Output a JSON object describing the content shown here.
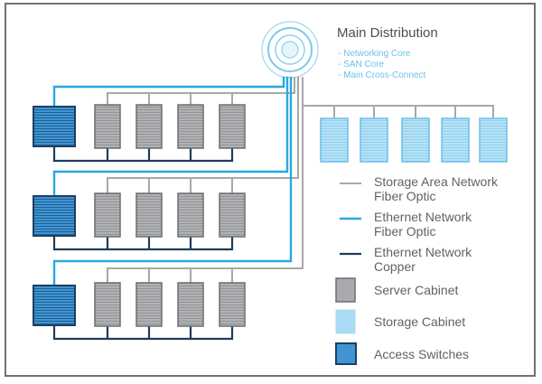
{
  "main_distribution": {
    "title": "Main Distribution",
    "items": [
      "- Networking Core",
      "- SAN Core",
      "- Main Cross-Connect"
    ]
  },
  "legend": {
    "san_fiber": [
      "Storage Area Network",
      "Fiber Optic"
    ],
    "eth_fiber": [
      "Ethernet Network",
      "Fiber Optic"
    ],
    "eth_copper": [
      "Ethernet Network",
      "Copper"
    ],
    "server_cabinet": "Server Cabinet",
    "storage_cabinet": "Storage Cabinet",
    "access_switches": "Access Switches"
  },
  "colors": {
    "border": "#707070",
    "san_fiber": "#a8a8a8",
    "eth_fiber": "#2aa8e0",
    "eth_copper": "#1f3d5c",
    "server_fill": "#a9aaad",
    "server_stroke": "#6d6e70",
    "storage_fill": "#a9dcf4",
    "storage_stroke": "#6bbfe6",
    "switch_fill": "#3e95d2",
    "switch_stroke": "#1d3f63"
  },
  "layout_counts": {
    "rows": 3,
    "servers_per_row": 4,
    "storage_cabinets": 5
  }
}
